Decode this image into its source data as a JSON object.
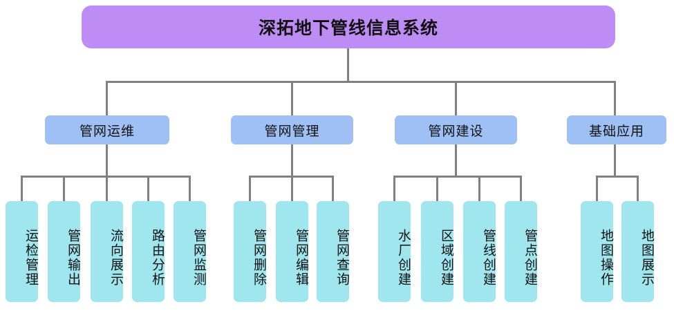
{
  "diagram": {
    "title": "深拓地下管线信息系统",
    "root": {
      "label": "深拓地下管线信息系统",
      "color": "#bd8cf5"
    },
    "branch_color": "#9fc0f5",
    "leaf_color": "#a0e6ee",
    "line_color": "#808080",
    "branches": [
      {
        "label": "管网运维",
        "leaves": [
          {
            "label": "运检管理"
          },
          {
            "label": "管网输出"
          },
          {
            "label": "流向展示"
          },
          {
            "label": "路由分析"
          },
          {
            "label": "管网监测"
          }
        ]
      },
      {
        "label": "管网管理",
        "leaves": [
          {
            "label": "管网删除"
          },
          {
            "label": "管网编辑"
          },
          {
            "label": "管网查询"
          }
        ]
      },
      {
        "label": "管网建设",
        "leaves": [
          {
            "label": "水厂创建"
          },
          {
            "label": "区域创建"
          },
          {
            "label": "管线创建"
          },
          {
            "label": "管点创建"
          }
        ]
      },
      {
        "label": "基础应用",
        "leaves": [
          {
            "label": "地图操作"
          },
          {
            "label": "地图展示"
          }
        ]
      }
    ]
  }
}
